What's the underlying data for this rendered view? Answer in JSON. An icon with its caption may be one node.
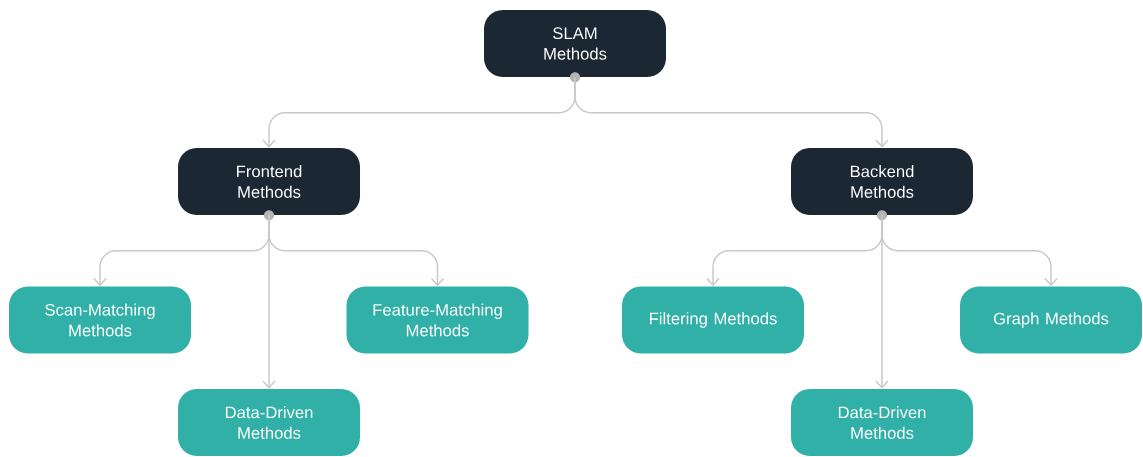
{
  "diagram": {
    "nodes": [
      {
        "text": [
          "SLAM Methods"
        ]
      },
      {
        "text": [
          "Frontend Methods"
        ]
      },
      {
        "text": [
          "Backend Methods"
        ]
      },
      {
        "text": [
          "Scan-Matching Methods"
        ]
      },
      {
        "text": [
          "Feature-Matching Methods"
        ]
      },
      {
        "text": [
          "Data-Driven Methods"
        ]
      },
      {
        "text": [
          "Filtering Methods"
        ]
      },
      {
        "text": [
          "Graph Methods"
        ]
      },
      {
        "text": [
          "Data-Driven Methods"
        ]
      }
    ],
    "edges": [
      {
        "from": 0,
        "to": 1,
        "arrow": "to"
      },
      {
        "from": 0,
        "to": 2,
        "arrow": "to"
      },
      {
        "from": 1,
        "to": 3,
        "arrow": "to"
      },
      {
        "from": 1,
        "to": 5,
        "arrow": "to"
      },
      {
        "from": 1,
        "to": 4,
        "arrow": "to"
      },
      {
        "from": 2,
        "to": 6,
        "arrow": "to"
      },
      {
        "from": 2,
        "to": 8,
        "arrow": "to"
      },
      {
        "from": 2,
        "to": 7,
        "arrow": "to"
      }
    ]
  }
}
